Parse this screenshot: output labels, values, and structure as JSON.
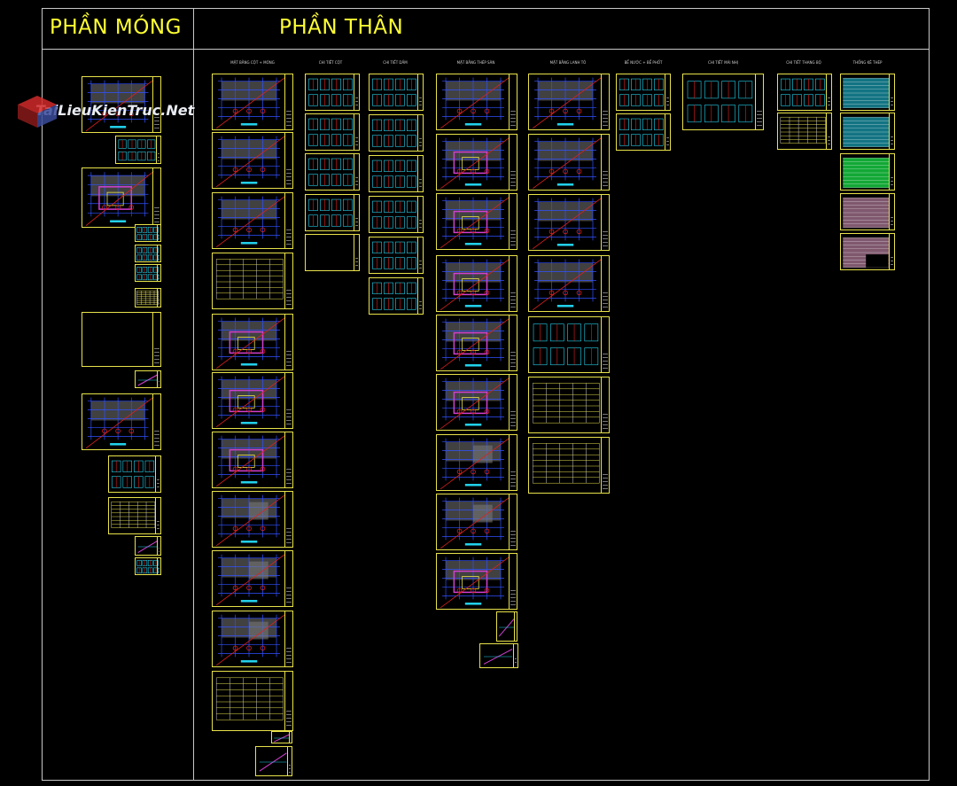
{
  "sections": {
    "foundation": {
      "title": "PHẦN MÓNG"
    },
    "superstructure": {
      "title": "PHẦN THÂN"
    }
  },
  "watermark": {
    "text": "TaiLieuKienTruc.Net",
    "logo": "cube-logo-icon"
  },
  "columns": [
    {
      "label": "MẶT BẰNG CỘT + MÓNG"
    },
    {
      "label": "CHI TIẾT CỘT"
    },
    {
      "label": "CHI TIẾT DẦM"
    },
    {
      "label": "MẶT BẰNG THÉP SÀN"
    },
    {
      "label": "MẶT BẰNG LANH TÔ"
    },
    {
      "label": "BỂ NƯỚC + BỂ PHỐT"
    },
    {
      "label": "CHI TIẾT MÁI NHỊ"
    },
    {
      "label": "CHI TIẾT THANG BỘ"
    },
    {
      "label": "THỐNG KÊ THÉP"
    }
  ],
  "colors": {
    "background": "#000000",
    "frame": "#c8c8c8",
    "title": "#ffff33",
    "sheet_border": "#e8e24a",
    "accent_red": "#e02020",
    "accent_blue": "#3050ff",
    "accent_cyan": "#22d3ee",
    "accent_green": "#16c640",
    "accent_magenta": "#d040d0"
  }
}
